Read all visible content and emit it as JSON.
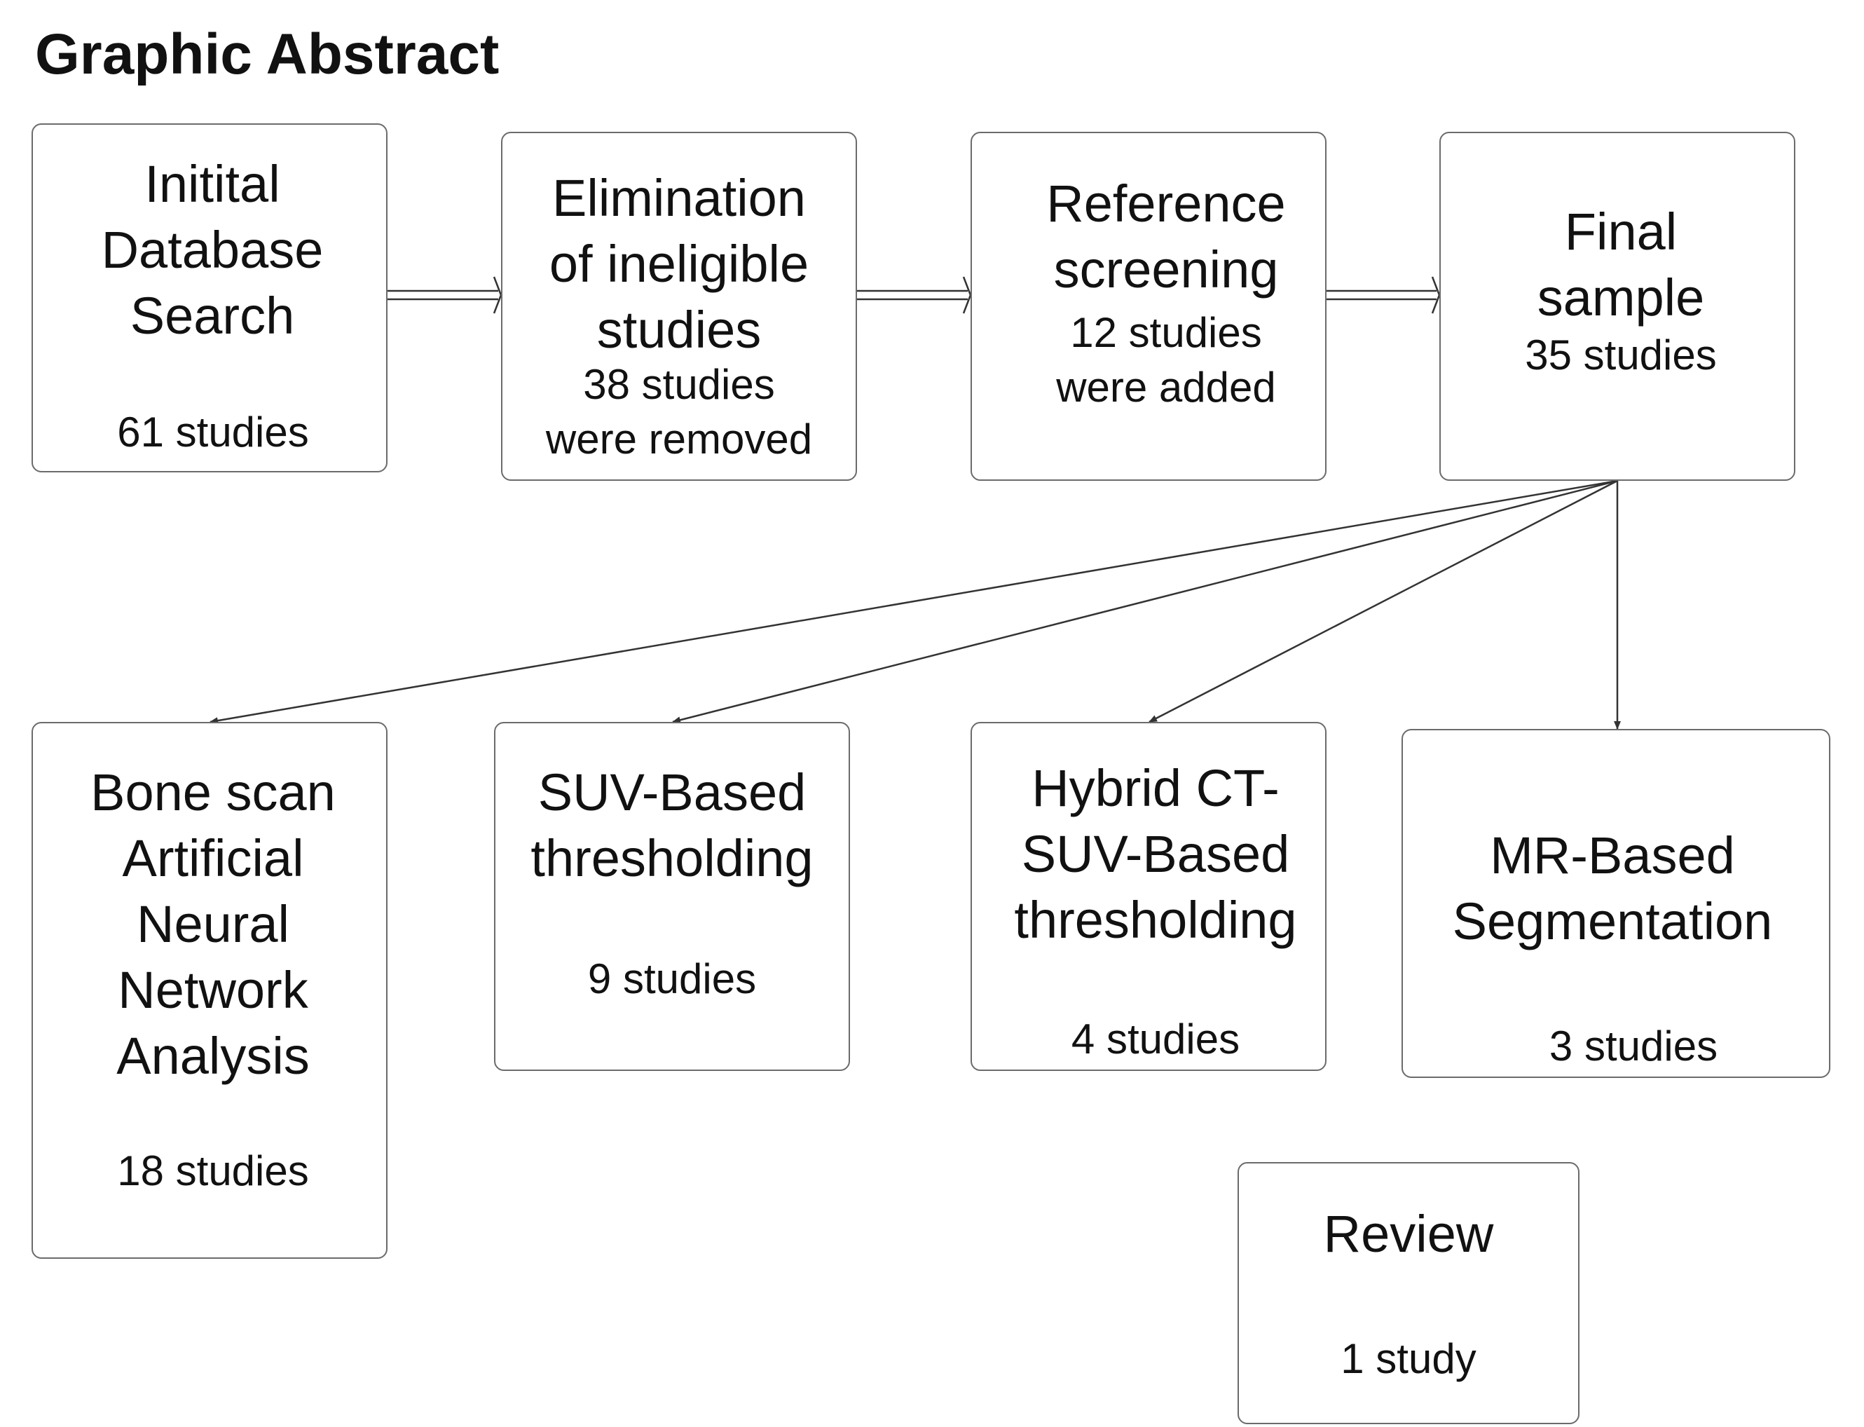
{
  "title": "Graphic Abstract",
  "diagram": {
    "type": "flowchart",
    "nodes": [
      {
        "id": "initial",
        "heading": "Initital\nDatabase\nSearch",
        "count": "61 studies"
      },
      {
        "id": "elim",
        "heading": "Elimination\nof ineligible\nstudies",
        "count": "38 studies\nwere removed"
      },
      {
        "id": "ref",
        "heading": "Reference\nscreening",
        "count": "12 studies\nwere added"
      },
      {
        "id": "final",
        "heading": "Final\nsample",
        "count": "35 studies"
      },
      {
        "id": "bone",
        "heading": "Bone scan\nArtificial\nNeural\nNetwork\nAnalysis",
        "count": "18 studies"
      },
      {
        "id": "suv",
        "heading": "SUV-Based\nthresholding",
        "count": "9 studies"
      },
      {
        "id": "hybrid",
        "heading": "Hybrid CT-\nSUV-Based\nthresholding",
        "count": "4 studies"
      },
      {
        "id": "mr",
        "heading": "MR-Based\nSegmentation",
        "count": "3 studies"
      },
      {
        "id": "review",
        "heading": "Review",
        "count": "1 study"
      }
    ],
    "edges": [
      {
        "from": "initial",
        "to": "elim",
        "style": "double"
      },
      {
        "from": "elim",
        "to": "ref",
        "style": "double"
      },
      {
        "from": "ref",
        "to": "final",
        "style": "double"
      },
      {
        "from": "final",
        "to": "bone",
        "style": "single"
      },
      {
        "from": "final",
        "to": "suv",
        "style": "single"
      },
      {
        "from": "final",
        "to": "hybrid",
        "style": "single"
      },
      {
        "from": "final",
        "to": "mr",
        "style": "single"
      }
    ],
    "colors": {
      "border": "#6b6b6b",
      "arrow": "#333333",
      "text": "#111111"
    }
  }
}
